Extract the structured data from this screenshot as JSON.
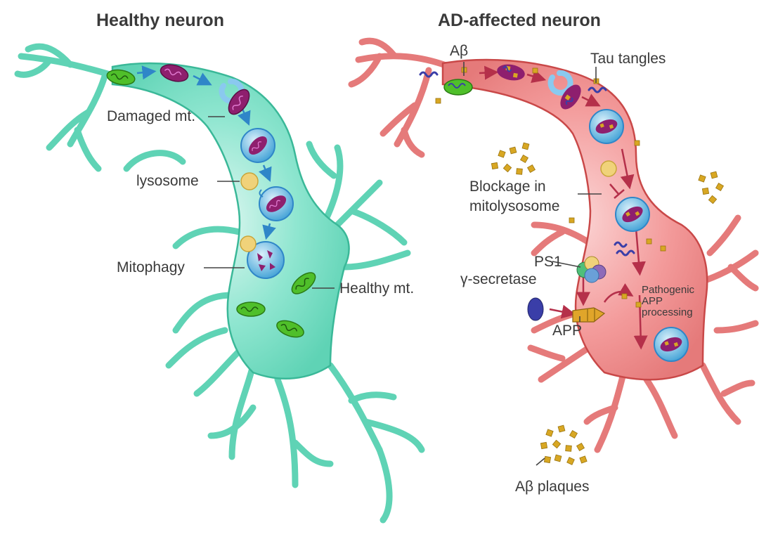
{
  "titles": {
    "healthy": "Healthy neuron",
    "ad": "AD-affected neuron"
  },
  "healthy_labels": {
    "damaged_mt": "Damaged mt.",
    "lysosome": "lysosome",
    "mitophagy": "Mitophagy",
    "healthy_mt": "Healthy mt."
  },
  "ad_labels": {
    "abeta": "Aβ",
    "tau_tangles": "Tau tangles",
    "blockage_line1": "Blockage in",
    "blockage_line2": "mitolysosome",
    "ps1": "PS1",
    "gamma_secretase": "γ-secretase",
    "pathogenic_line1": "Pathogenic",
    "pathogenic_line2": "APP",
    "pathogenic_line3": "processing",
    "app": "APP",
    "abeta_plaques": "Aβ plaques"
  },
  "colors": {
    "healthy_body": "#7fe0c8",
    "healthy_outline": "#3ab898",
    "ad_body": "#f39a9a",
    "ad_outline": "#c94848",
    "arrow_healthy": "#2f86c8",
    "arrow_ad": "#b5304a",
    "healthy_mito": "#4fbf2a",
    "damaged_mito": "#8e1f6e",
    "abeta": "#d8a723",
    "tau": "#3a3ea8",
    "lysosome": "#f0d27a",
    "autophagosome": "#8ac9ef"
  }
}
